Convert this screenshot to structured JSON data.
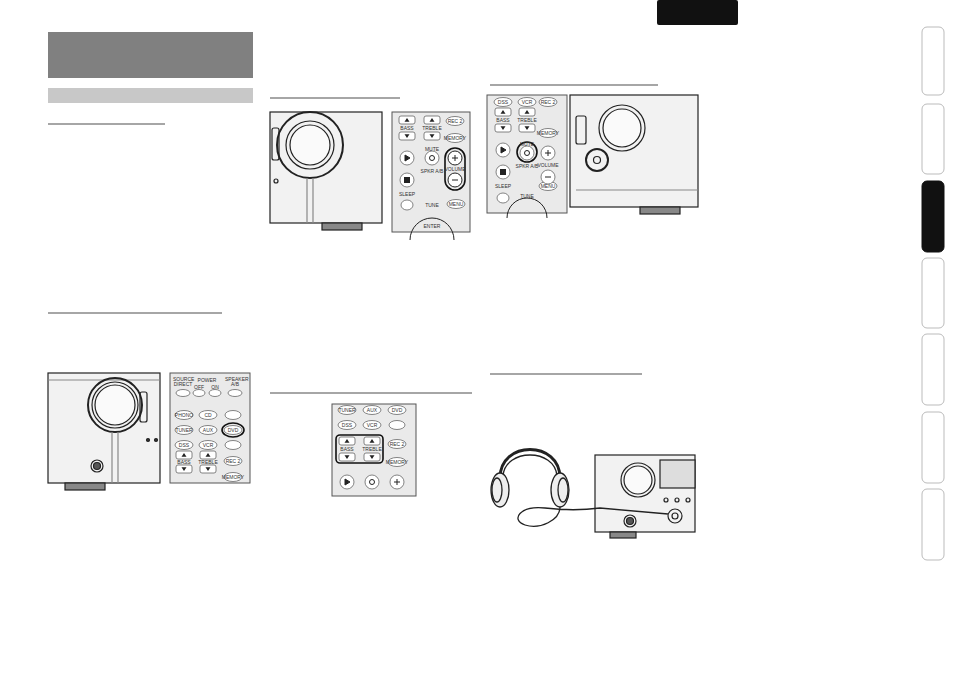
{
  "diagram": {
    "labels": [
      "SOURCE DIRECT",
      "POWER",
      "OFF",
      "ON",
      "SPEAKER A/B",
      "PHONO",
      "CD",
      "TUNER",
      "AUX",
      "DVD",
      "DSS",
      "VCR",
      "BASS",
      "TREBLE",
      "REC 2",
      "MEMORY",
      "BASS",
      "TREBLE",
      "REC 2",
      "MEMORY",
      "MUTE",
      "SPKR A/B",
      "VOLUME",
      "SLEEP",
      "TUNE",
      "MENU",
      "ENTER",
      "TUNER",
      "AUX",
      "DVD",
      "DSS",
      "VCR",
      "BASS",
      "TREBLE",
      "REC 2",
      "MEMORY",
      "DSS",
      "VCR",
      "REC 2",
      "BASS",
      "TREBLE",
      "MEMORY",
      "MUTE",
      "SPKR A/B",
      "VOLUME",
      "SLEEP",
      "TUNE",
      "MENU"
    ]
  }
}
